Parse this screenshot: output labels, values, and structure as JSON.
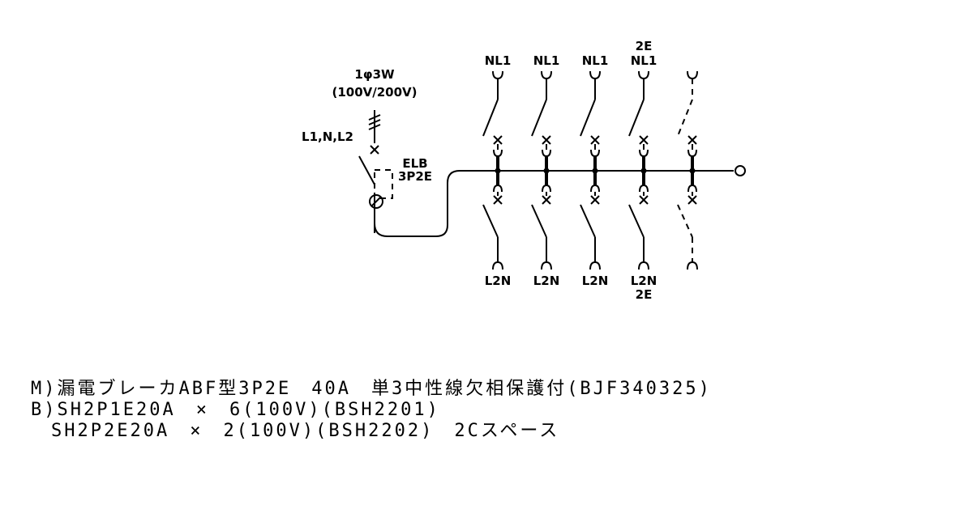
{
  "supply": {
    "phase_label": "1φ3W",
    "voltage_label": "(100V/200V)",
    "lines_label": "L1,N,L2"
  },
  "main_breaker": {
    "name": "ELB",
    "type": "3P2E"
  },
  "branches": [
    {
      "top": "NL1",
      "top_extra": "",
      "bottom": "L2N",
      "bottom_extra": "",
      "spare": false
    },
    {
      "top": "NL1",
      "top_extra": "",
      "bottom": "L2N",
      "bottom_extra": "",
      "spare": false
    },
    {
      "top": "NL1",
      "top_extra": "",
      "bottom": "L2N",
      "bottom_extra": "",
      "spare": false
    },
    {
      "top": "NL1",
      "top_extra": "2E",
      "bottom": "L2N",
      "bottom_extra": "2E",
      "spare": false
    },
    {
      "top": "",
      "top_extra": "",
      "bottom": "",
      "bottom_extra": "",
      "spare": true
    }
  ],
  "spec": {
    "line1": "M)漏電ブレーカABF型3P2E　40A　単3中性線欠相保護付(BJF340325)",
    "line2": "B)SH2P1E20A　×　6(100V)(BSH2201)",
    "line3": "　SH2P2E20A　×　2(100V)(BSH2202)　2Cスペース"
  }
}
